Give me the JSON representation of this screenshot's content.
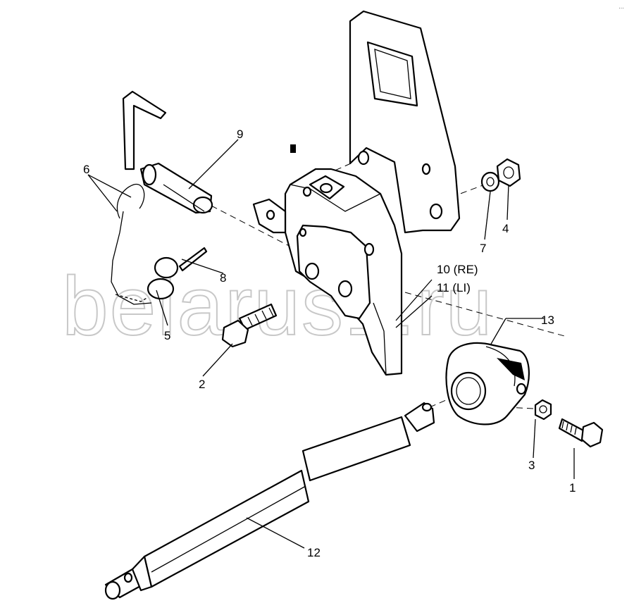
{
  "watermark": "belarus1.ru",
  "corner_mark": "…",
  "callouts": {
    "c1": "1",
    "c2": "2",
    "c3": "3",
    "c4": "4",
    "c5": "5",
    "c6": "6",
    "c7": "7",
    "c8": "8",
    "c9": "9",
    "c10": "10 (RE)",
    "c11": "11 (LI)",
    "c12": "12",
    "c13": "13"
  }
}
